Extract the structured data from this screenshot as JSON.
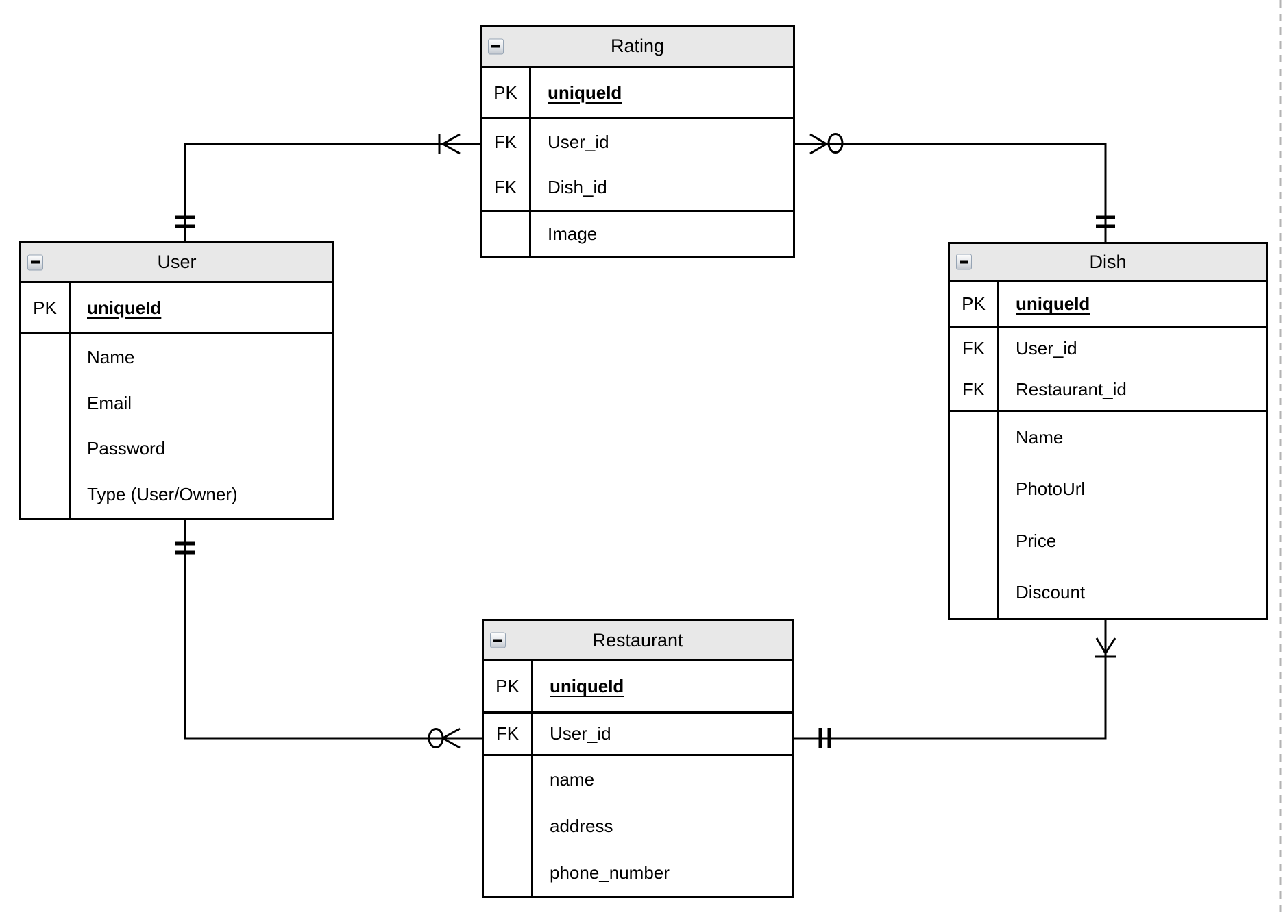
{
  "colors": {
    "table_header_bg": "#e8e8e8",
    "line": "#000000",
    "page_divider": "#b3b3b3"
  },
  "tables": [
    {
      "name": "Rating",
      "rows": [
        {
          "key": "PK",
          "label": "uniqueId",
          "is_pk": true
        },
        {
          "key": "FK",
          "label": "User_id"
        },
        {
          "key": "FK",
          "label": "Dish_id"
        },
        {
          "key": "",
          "label": "Image"
        }
      ]
    },
    {
      "name": "User",
      "rows": [
        {
          "key": "PK",
          "label": "uniqueId",
          "is_pk": true
        },
        {
          "key": "",
          "label": "Name"
        },
        {
          "key": "",
          "label": "Email"
        },
        {
          "key": "",
          "label": "Password"
        },
        {
          "key": "",
          "label": "Type (User/Owner)"
        }
      ]
    },
    {
      "name": "Dish",
      "rows": [
        {
          "key": "PK",
          "label": "uniqueId",
          "is_pk": true
        },
        {
          "key": "FK",
          "label": "User_id"
        },
        {
          "key": "FK",
          "label": "Restaurant_id"
        },
        {
          "key": "",
          "label": "Name"
        },
        {
          "key": "",
          "label": "PhotoUrl"
        },
        {
          "key": "",
          "label": "Price"
        },
        {
          "key": "",
          "label": "Discount"
        }
      ]
    },
    {
      "name": "Restaurant",
      "rows": [
        {
          "key": "PK",
          "label": "uniqueId",
          "is_pk": true
        },
        {
          "key": "FK",
          "label": "User_id"
        },
        {
          "key": "",
          "label": "name"
        },
        {
          "key": "",
          "label": "address"
        },
        {
          "key": "",
          "label": "phone_number"
        }
      ]
    }
  ],
  "relationships": [
    {
      "from": "Rating",
      "to": "User",
      "from_cardinality": "one-or-many",
      "to_cardinality": "one-and-only-one"
    },
    {
      "from": "Rating",
      "to": "Dish",
      "from_cardinality": "zero-or-many",
      "to_cardinality": "one-and-only-one"
    },
    {
      "from": "User",
      "to": "Restaurant",
      "from_cardinality": "one-and-only-one",
      "to_cardinality": "zero-or-many"
    },
    {
      "from": "Restaurant",
      "to": "Dish",
      "from_cardinality": "one-and-only-one",
      "to_cardinality": "one-or-many"
    }
  ]
}
